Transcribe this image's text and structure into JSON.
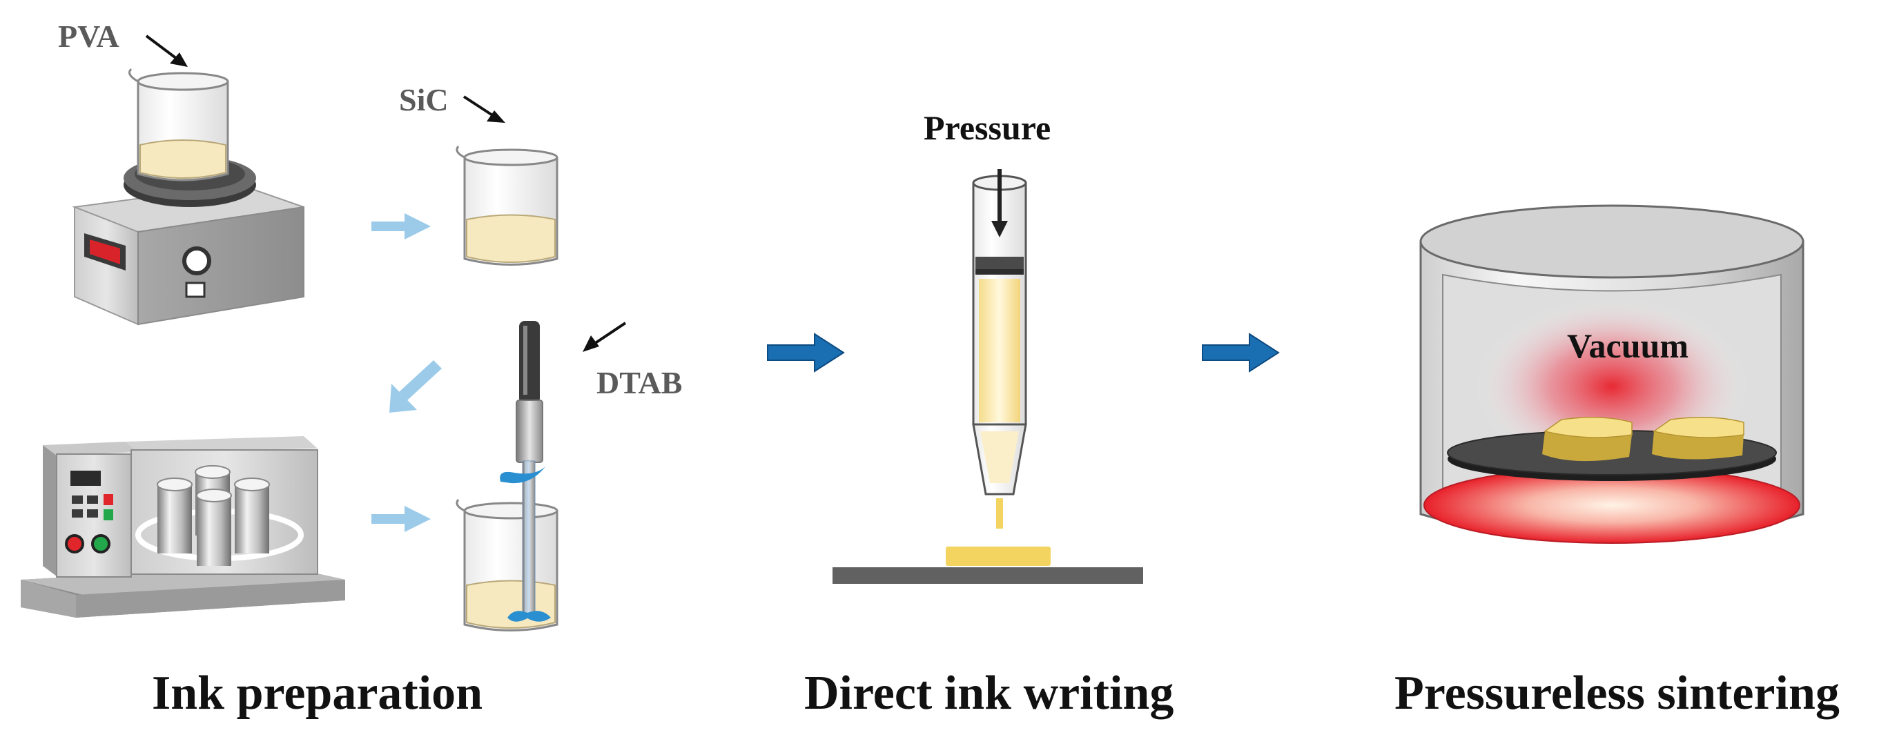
{
  "labels": {
    "pva": "PVA",
    "sic": "SiC",
    "dtab": "DTAB",
    "pressure": "Pressure",
    "vacuum": "Vacuum"
  },
  "captions": {
    "ink_preparation": "Ink preparation",
    "direct_ink_writing": "Direct ink writing",
    "pressureless_sintering": "Pressureless sintering"
  },
  "colors": {
    "ink": "#f7e9bf",
    "print_line": "#f3d460",
    "stage_arrow": "#1a6fb3",
    "flow_arrow": "#9ccbea",
    "stirrer_blue": "#2a8fd0",
    "heater_red": "#e8202a",
    "display_red": "#d8232a"
  }
}
